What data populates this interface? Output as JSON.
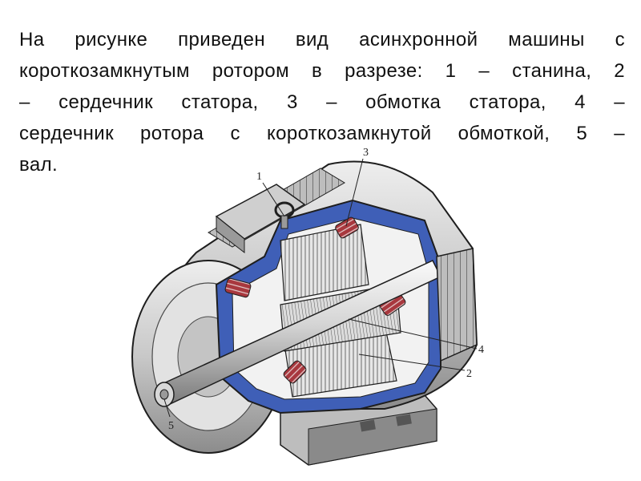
{
  "caption": {
    "lines": [
      "На рисунке приведен вид асинхронной машины с",
      "короткозамкнутым ротором в разрезе: 1 – станина, 2",
      "– сердечник статора, 3 – обмотка статора, 4 –",
      "сердечник ротора с короткозамкнутой обмоткой, 5 –",
      "вал."
    ]
  },
  "figure": {
    "callouts": [
      "1",
      "2",
      "3",
      "4",
      "5"
    ],
    "colors": {
      "frame_cut": "#3f5fb7",
      "winding": "#a8383e",
      "casing_light": "#d8d8d8",
      "casing_dark": "#707070",
      "outline": "#1e1e1e"
    }
  }
}
